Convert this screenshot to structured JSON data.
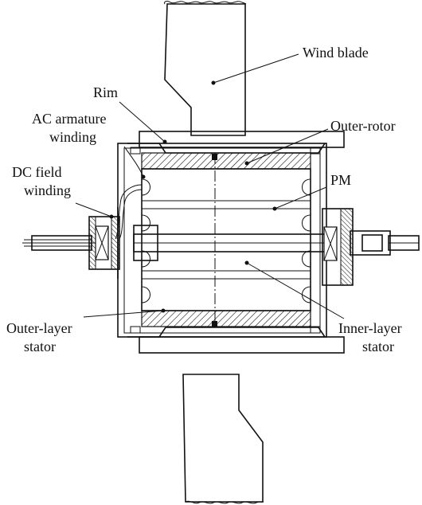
{
  "labels": {
    "wind_blade": "Wind blade",
    "rim": "Rim",
    "ac_armature_line1": "AC armature",
    "ac_armature_line2": "winding",
    "outer_rotor": "Outer-rotor",
    "dc_field_line1": "DC field",
    "dc_field_line2": "winding",
    "pm": "PM",
    "outer_layer_line1": "Outer-layer",
    "outer_layer_line2": "stator",
    "inner_layer_line1": "Inner-layer",
    "inner_layer_line2": "stator"
  }
}
